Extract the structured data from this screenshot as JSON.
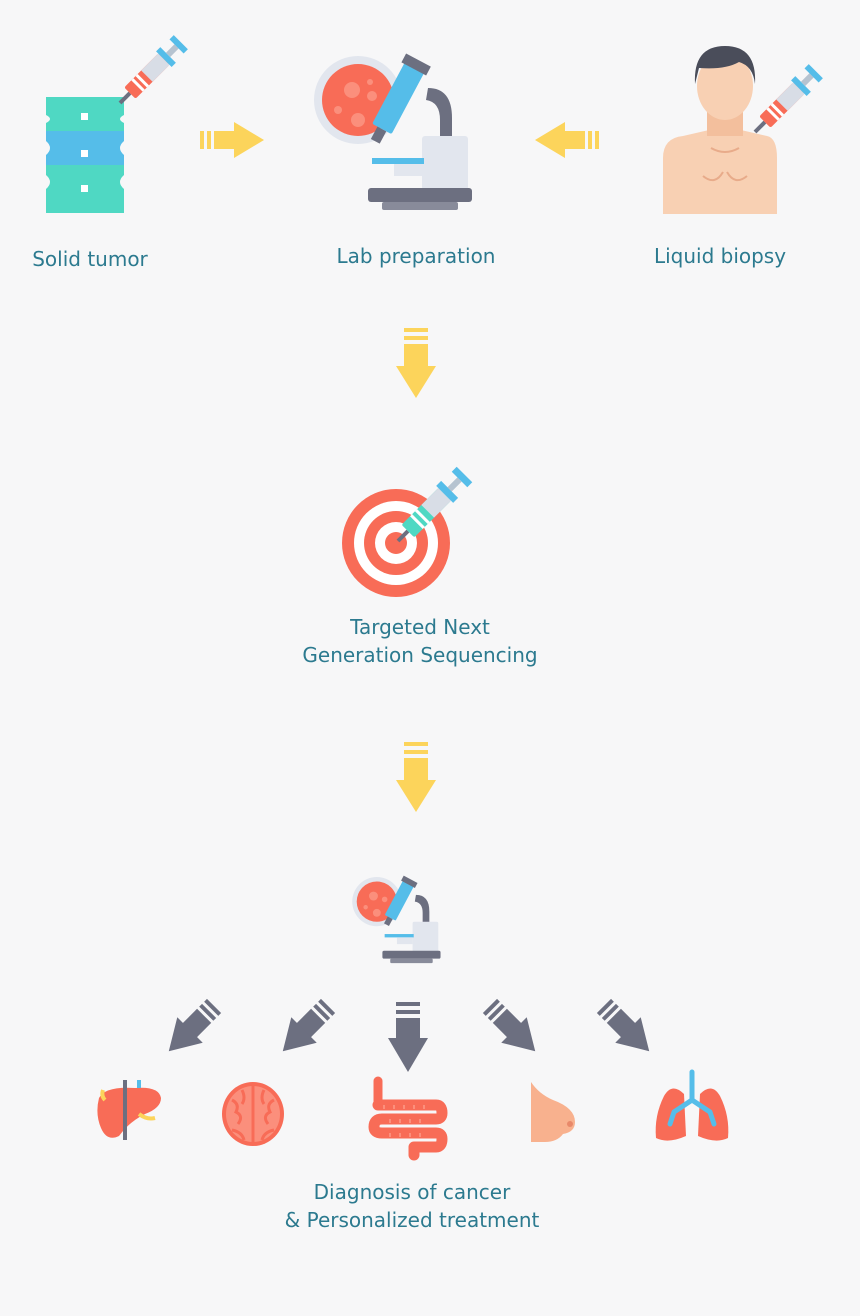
{
  "steps": {
    "solid_tumor": "Solid tumor",
    "lab_preparation": "Lab preparation",
    "liquid_biopsy": "Liquid biopsy",
    "ngs_line1": "Targeted Next",
    "ngs_line2": "Generation Sequencing",
    "diagnosis_line1": "Diagnosis of cancer",
    "diagnosis_line2": "& Personalized treatment"
  },
  "icons": {
    "solid_tumor": "tissue-sample-syringe-icon",
    "lab": "microscope-icon",
    "liquid_biopsy": "patient-syringe-icon",
    "ngs": "target-syringe-icon",
    "organs": [
      "liver-icon",
      "brain-icon",
      "intestine-icon",
      "breast-icon",
      "lungs-icon"
    ]
  },
  "colors": {
    "text": "#2c7a8f",
    "arrow_yellow": "#fcd45b",
    "arrow_gray": "#6c6f80",
    "organ": "#f86c57",
    "teal": "#4fd8c3",
    "blue": "#55bde9"
  }
}
